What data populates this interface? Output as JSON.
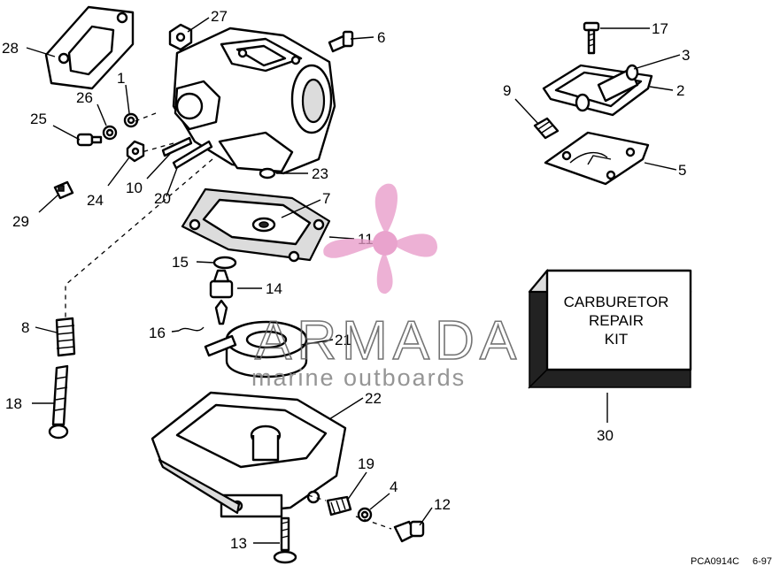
{
  "callouts": {
    "n1": "1",
    "n2": "2",
    "n3": "3",
    "n4": "4",
    "n5": "5",
    "n6": "6",
    "n7": "7",
    "n8": "8",
    "n9": "9",
    "n10": "10",
    "n11": "11",
    "n12": "12",
    "n13": "13",
    "n14": "14",
    "n15": "15",
    "n16": "16",
    "n17": "17",
    "n18": "18",
    "n19": "19",
    "n20": "20",
    "n21": "21",
    "n22": "22",
    "n23": "23",
    "n24": "24",
    "n25": "25",
    "n26": "26",
    "n27": "27",
    "n28": "28",
    "n29": "29",
    "n30": "30"
  },
  "kit": {
    "line1": "CARBURETOR",
    "line2": "REPAIR",
    "line3": "KIT"
  },
  "watermark": {
    "title": "ARMADA",
    "subtitle": "marine outboards",
    "logo_color": "#e79ac8"
  },
  "footer": {
    "code": "PCA0914C",
    "date": "6-97"
  }
}
